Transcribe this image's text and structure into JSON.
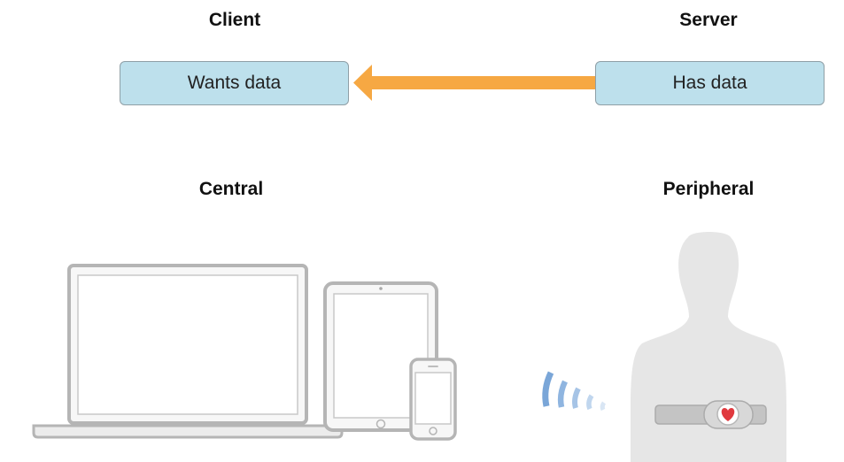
{
  "top": {
    "client_title": "Client",
    "server_title": "Server",
    "client_box": "Wants data",
    "server_box": "Has data",
    "arrow_color": "#f6a843",
    "box_color": "#bde0ec"
  },
  "bottom": {
    "central_title": "Central",
    "peripheral_title": "Peripheral"
  },
  "icons": {
    "central_devices": [
      "laptop-icon",
      "tablet-icon",
      "phone-icon"
    ],
    "peripheral_device": "heart-rate-strap-icon",
    "signal": "signal-waves-icon",
    "heart": "heart-icon"
  },
  "colors": {
    "device_gray": "#c9c9c9",
    "signal_blue": "#7aa6d8",
    "heart_red": "#e0393e"
  }
}
